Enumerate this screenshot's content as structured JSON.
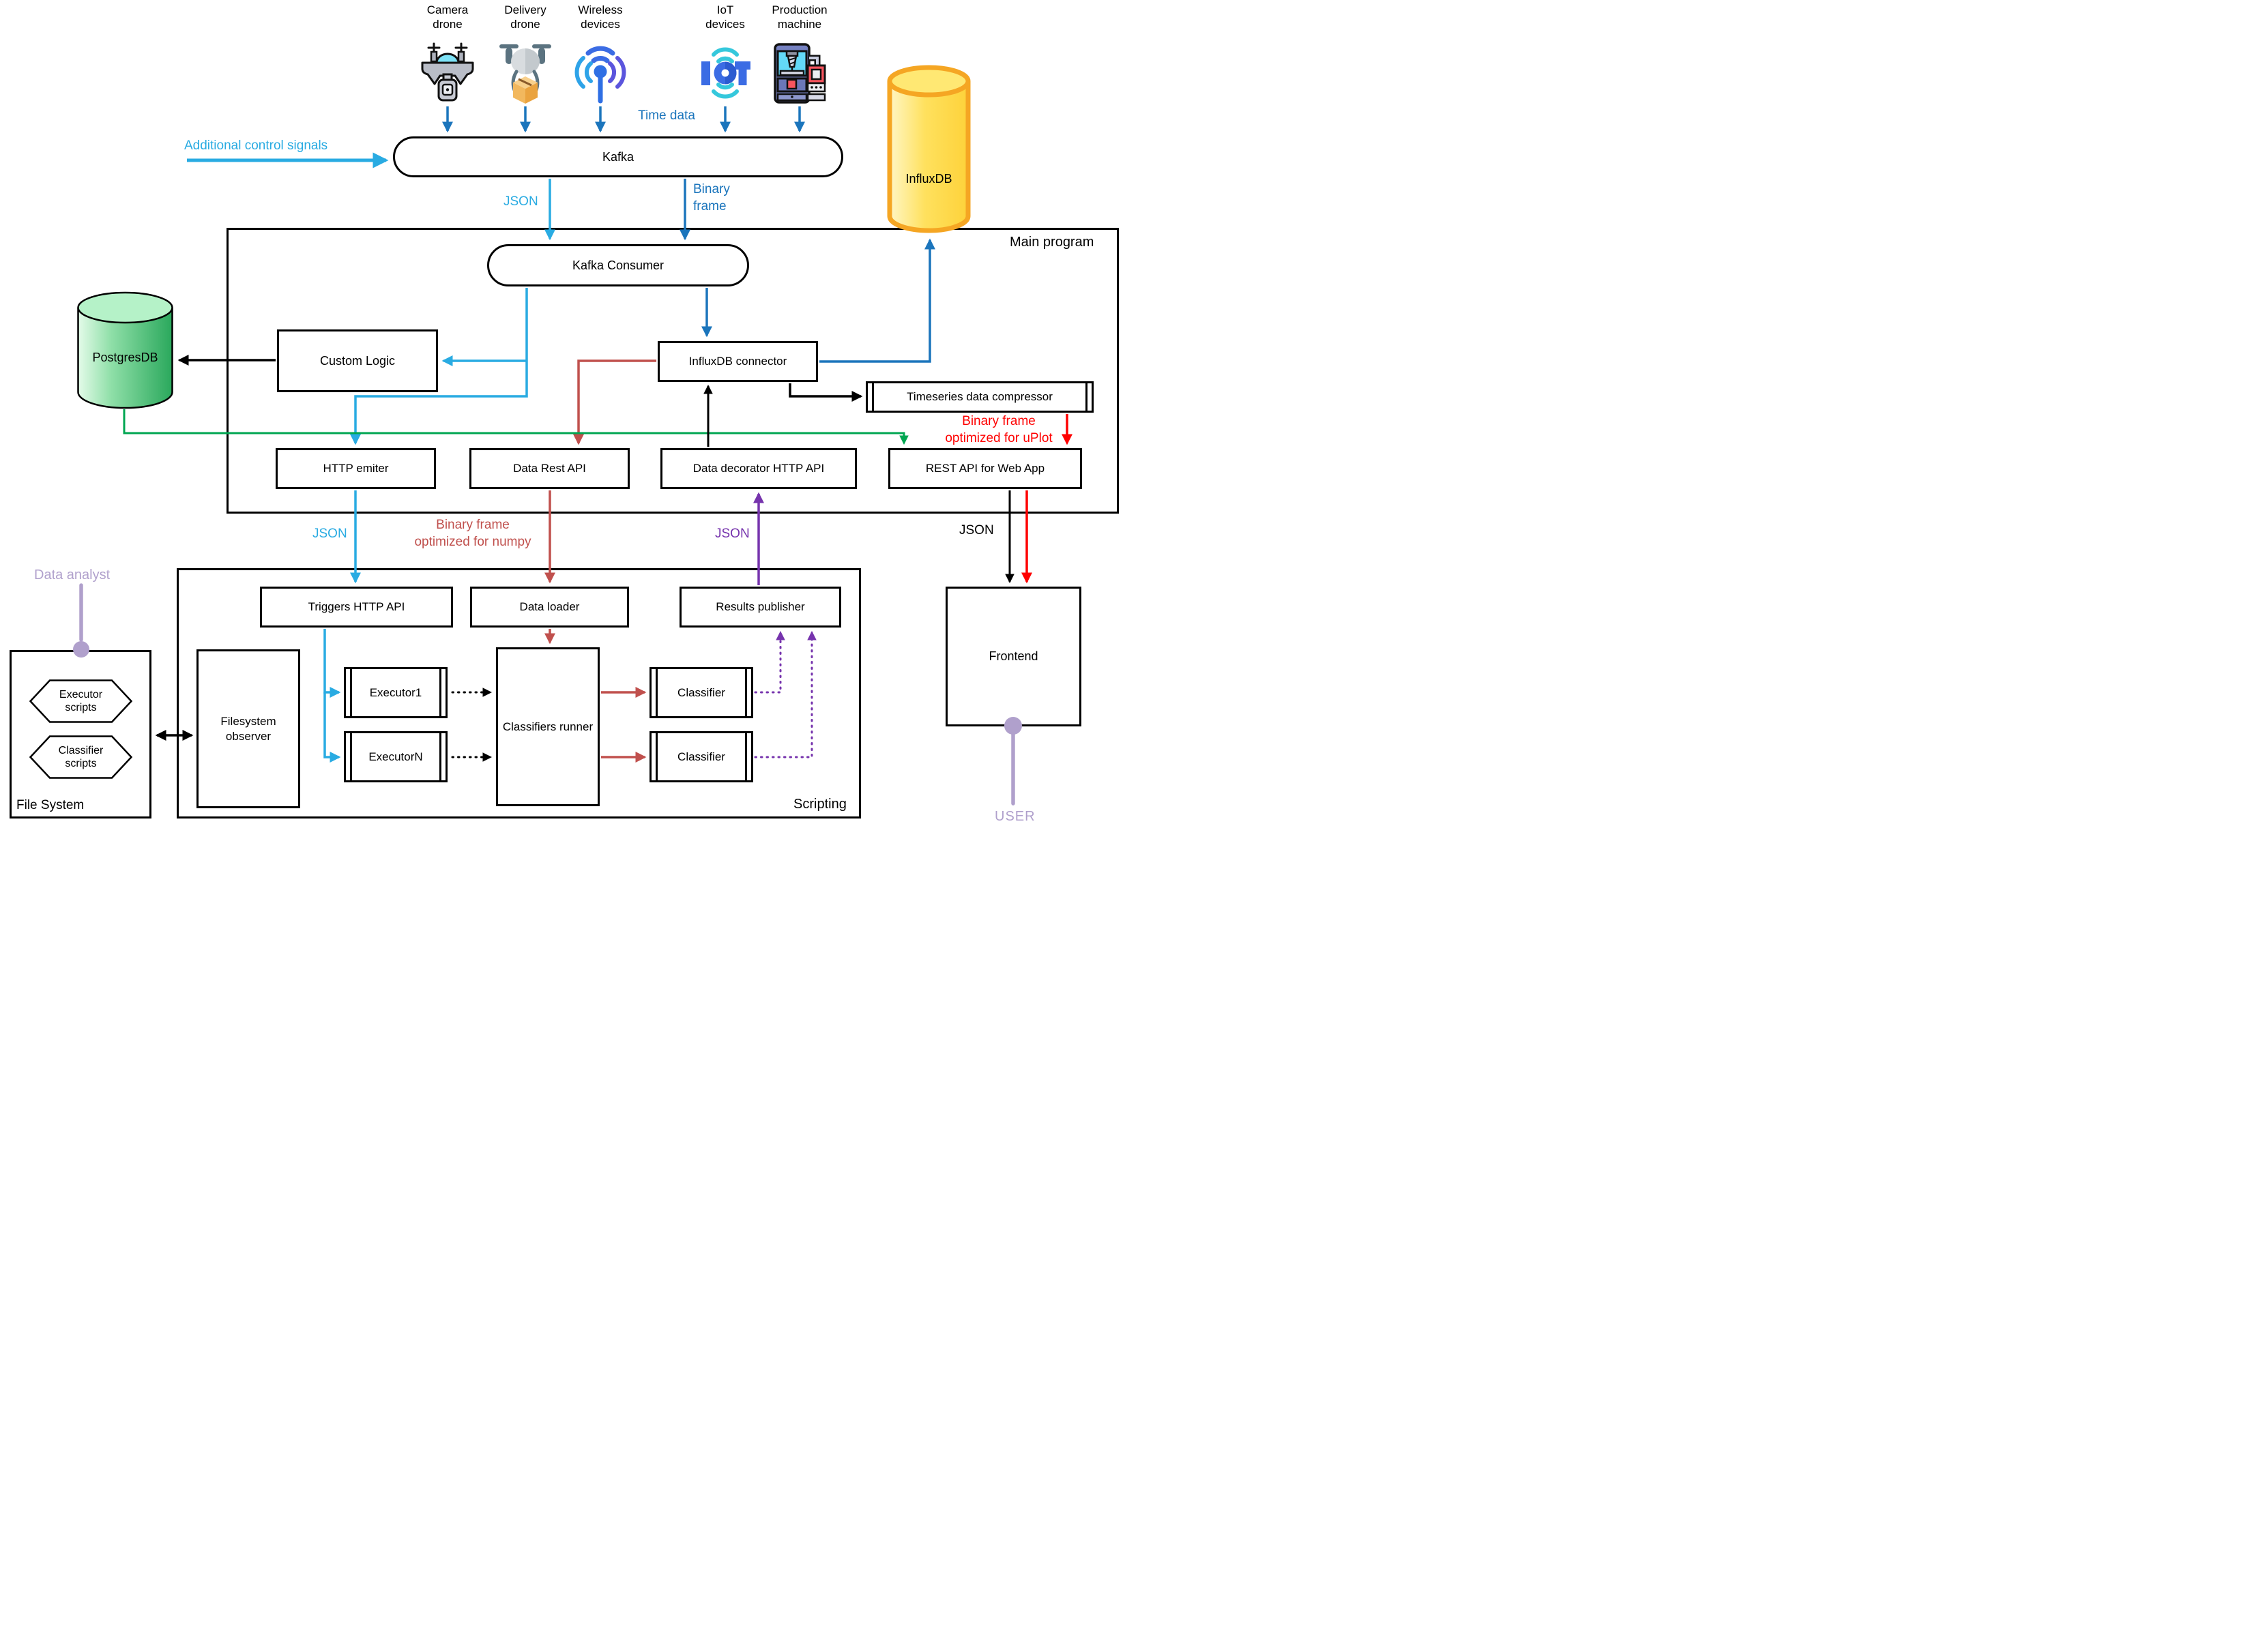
{
  "devices": [
    {
      "label": "Camera drone",
      "icon": "camera-drone-icon"
    },
    {
      "label": "Delivery drone",
      "icon": "delivery-drone-icon"
    },
    {
      "label": "Wireless devices",
      "icon": "wireless-devices-icon"
    },
    {
      "label": "IoT devices",
      "icon": "iot-devices-icon"
    },
    {
      "label": "Production machine",
      "icon": "production-machine-icon"
    }
  ],
  "containers": {
    "main_program": "Main program",
    "scripting": "Scripting",
    "file_system": "File System"
  },
  "nodes": {
    "kafka": "Kafka",
    "kafka_consumer": "Kafka Consumer",
    "custom_logic": "Custom Logic",
    "influxdb_connector": "InfluxDB connector",
    "timeseries_compressor": "Timeseries data compressor",
    "http_emiter": "HTTP emiter",
    "data_rest_api": "Data Rest API",
    "data_decorator": "Data decorator HTTP API",
    "rest_api_webapp": "REST API for Web App",
    "triggers_http_api": "Triggers HTTP API",
    "data_loader": "Data loader",
    "results_publisher": "Results publisher",
    "executor1": "Executor1",
    "executorN": "ExecutorN",
    "classifiers_runner": "Classifiers runner",
    "classifier_top": "Classifier",
    "classifier_bottom": "Classifier",
    "filesystem_observer": "Filesystem observer",
    "frontend": "Frontend",
    "executor_scripts": "Executor scripts",
    "classifier_scripts": "Classifier scripts"
  },
  "datastores": {
    "postgres": "PostgresDB",
    "influx": "InfluxDB"
  },
  "actors": {
    "data_analyst": "Data analyst",
    "user": "USER"
  },
  "edge_labels": {
    "time_data": "Time data",
    "additional_control_signals": "Additional control signals",
    "json_from_kafka": "JSON",
    "binary_frame_from_kafka": [
      "Binary",
      "frame"
    ],
    "binary_frame_uplot": [
      "Binary frame",
      "optimized for uPlot"
    ],
    "json_http_emiter": "JSON",
    "binary_frame_numpy": [
      "Binary frame",
      "optimized for numpy"
    ],
    "json_results": "JSON",
    "json_webapp": "JSON"
  },
  "colors": {
    "blue": "#1b75bc",
    "cyan": "#29abe2",
    "red_brown": "#c0504d",
    "red": "#fe0000",
    "green": "#00a651",
    "purple": "#7633ad",
    "light_purple": "#b0a0cc",
    "influx_fill": "#ffd84d",
    "influx_stroke": "#f5a623",
    "postgres_fill": "#7fd99f",
    "iot_blue": "#3b6ce4",
    "teal": "#35c8dc"
  }
}
